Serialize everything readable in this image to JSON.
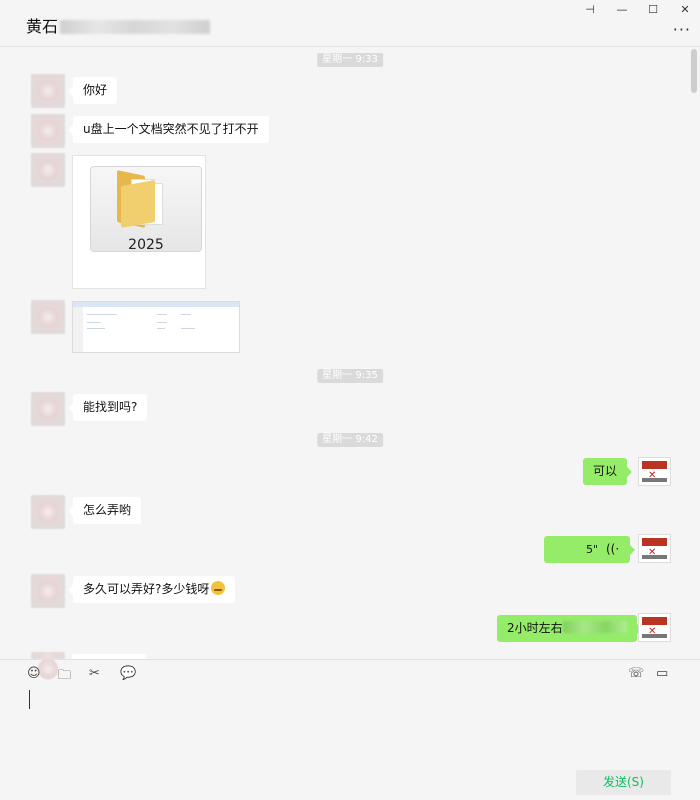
{
  "header": {
    "title": "黄石",
    "window_buttons": {
      "pin": "⊣",
      "minimize": "—",
      "maximize": "☐",
      "close": "✕"
    },
    "more": "···"
  },
  "timestamps": [
    "星期一 9:33",
    "星期一 9:35",
    "星期一 9:42"
  ],
  "messages": {
    "m1": "你好",
    "m2": "u盘上一个文档突然不见了打不开",
    "file_label": "2025",
    "m3": "能找到吗?",
    "me1": "可以",
    "m4": "怎么弄哟",
    "voice_duration": "5\"",
    "voice_icon": "((·",
    "m5": "多久可以弄好?多少钱呀",
    "me2": "2小时左右"
  },
  "toolbar": {
    "emoji": "☺",
    "folder": "🗀",
    "scissors": "✂",
    "chat": "💬",
    "phone": "☏",
    "video": "▭"
  },
  "send_button": "发送(S)",
  "colors": {
    "me_bubble": "#95ec69",
    "other_bubble": "#ffffff",
    "send_text": "#07c160"
  }
}
